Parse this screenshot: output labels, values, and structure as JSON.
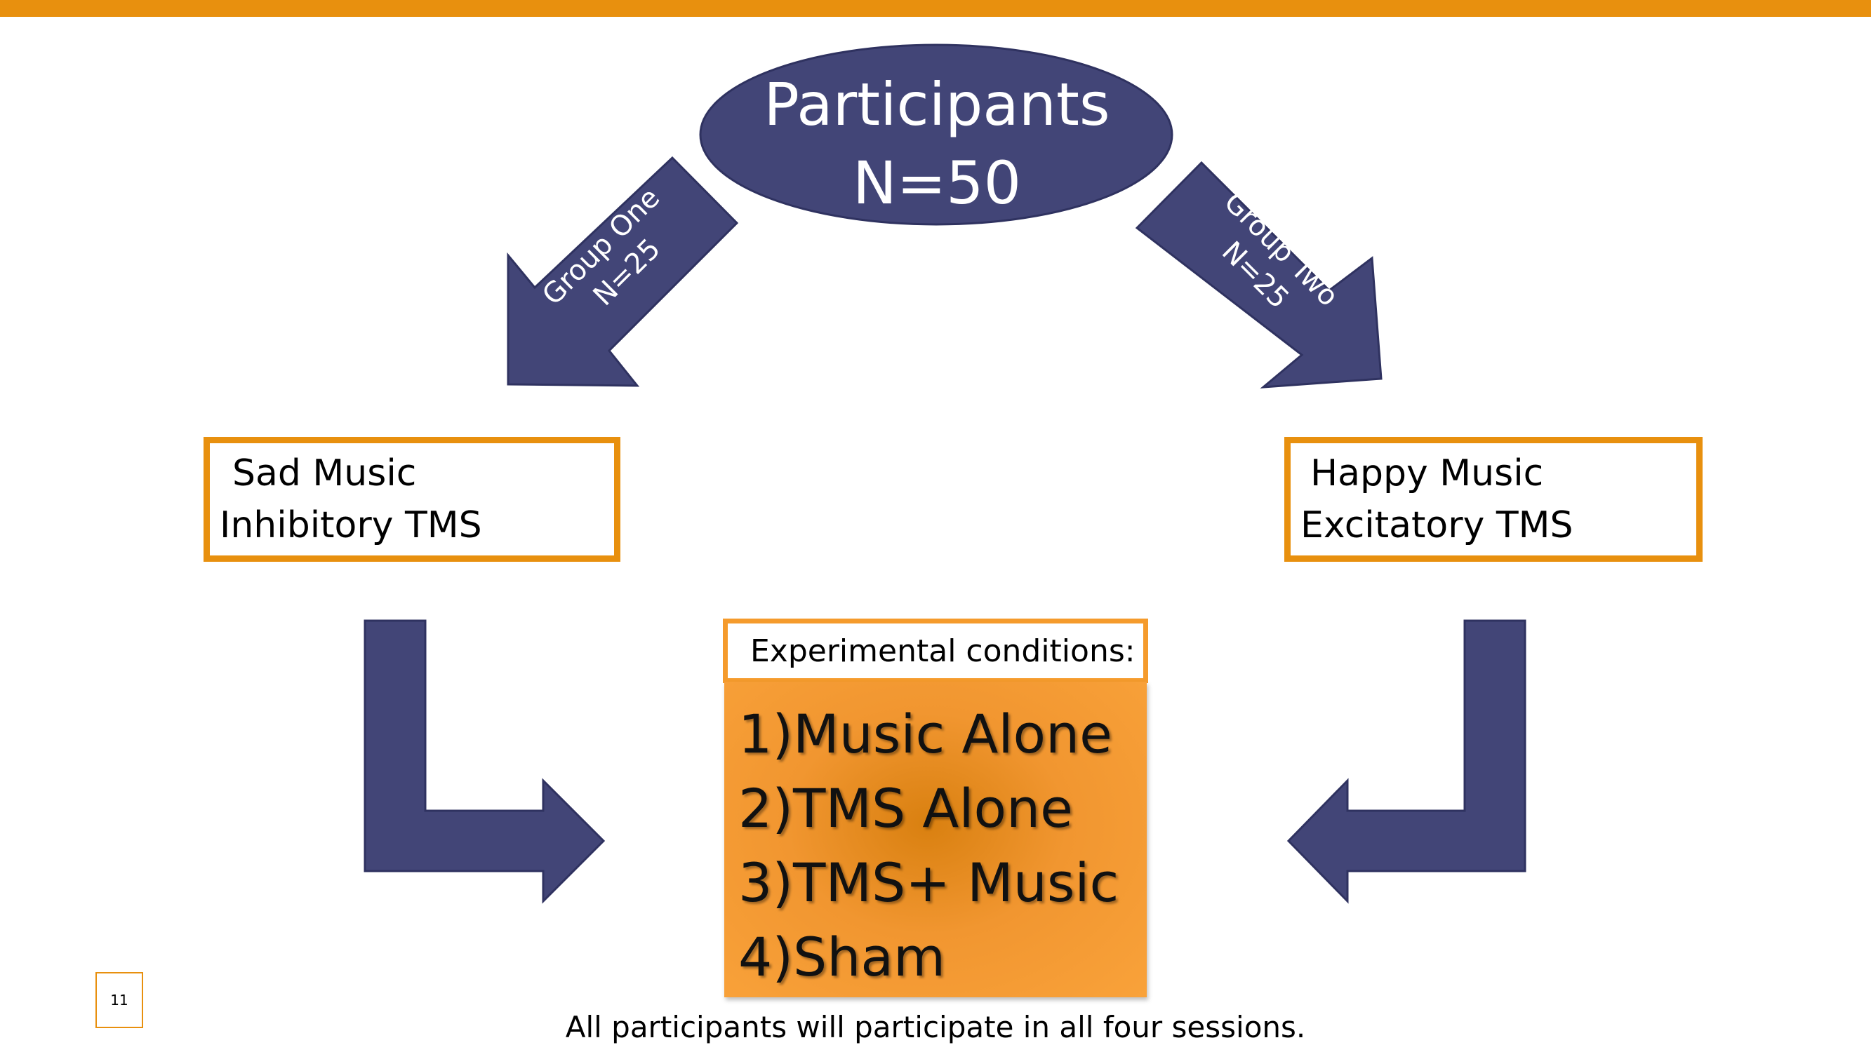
{
  "participants": {
    "title": "Participants",
    "count": "N=50"
  },
  "arrows": {
    "left": {
      "line1": "Group One",
      "line2": "N=25"
    },
    "right": {
      "line1": "Group Two",
      "line2": "N=25"
    }
  },
  "groups": {
    "left": {
      "line1": "Sad Music",
      "line2": "Inhibitory TMS"
    },
    "right": {
      "line1": "Happy Music",
      "line2": "Excitatory TMS"
    }
  },
  "conditions": {
    "header": "Experimental conditions:",
    "items": [
      "1)Music Alone",
      "2)TMS Alone",
      "3)TMS+ Music",
      "4)Sham"
    ]
  },
  "footer": "All participants will participate in all four sessions.",
  "page_number": "11",
  "colors": {
    "accent": "#E8900E",
    "navy": "#424577",
    "orange_fill": "#F19630"
  }
}
